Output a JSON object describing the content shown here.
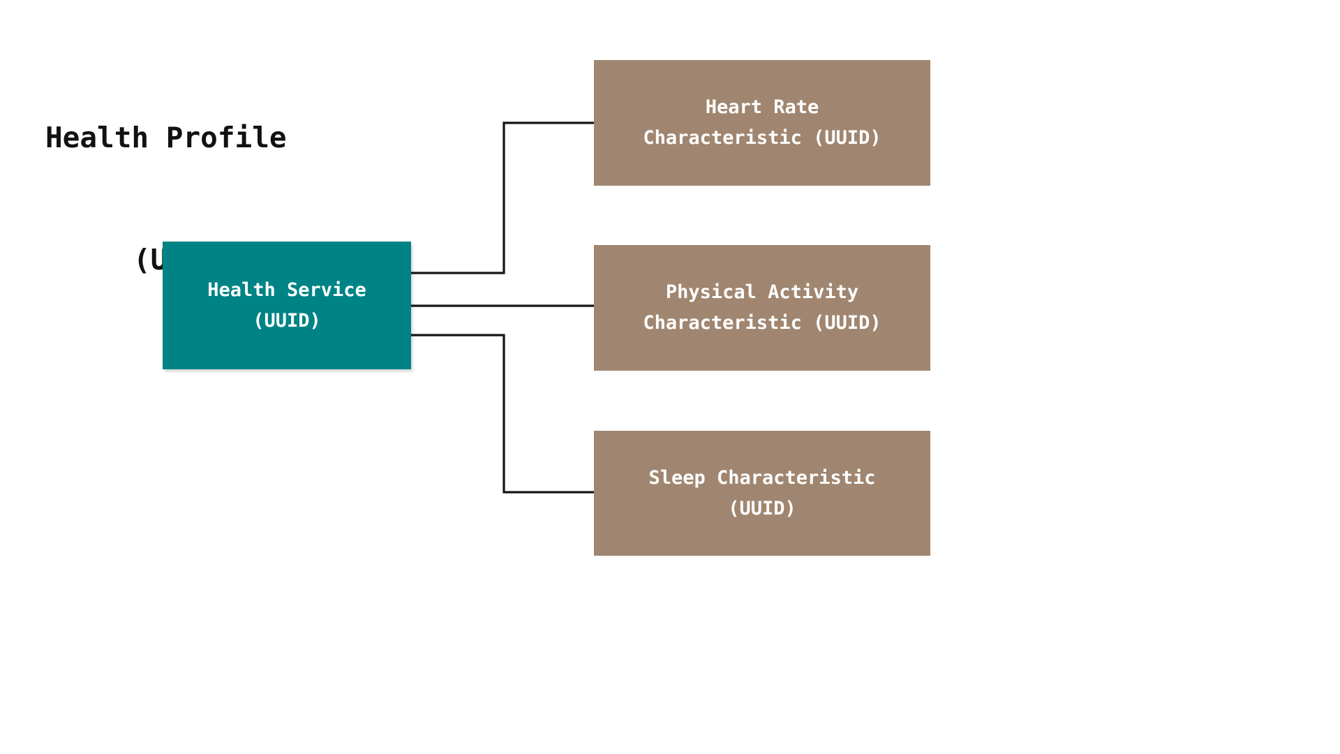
{
  "diagram": {
    "type": "tree",
    "title": {
      "line1": "Health Profile",
      "line2": "(UUID)",
      "full": "Health Profile (UUID)"
    },
    "colors": {
      "background": "#ffffff",
      "service_node": "#008385",
      "characteristic_node": "#a08670",
      "connector_line": "#151515",
      "node_text": "#ffffff",
      "title_text": "#111111"
    },
    "root": {
      "id": "health-service",
      "label": "Health Service\n(UUID)",
      "name": "Health Service",
      "uuid_label": "(UUID)",
      "color": "#008385"
    },
    "children": [
      {
        "id": "heart-rate-characteristic",
        "label": "Heart Rate\nCharacteristic (UUID)",
        "name": "Heart Rate Characteristic",
        "uuid_label": "(UUID)",
        "color": "#a08670"
      },
      {
        "id": "physical-activity-characteristic",
        "label": "Physical Activity\nCharacteristic (UUID)",
        "name": "Physical Activity Characteristic",
        "uuid_label": "(UUID)",
        "color": "#a08670"
      },
      {
        "id": "sleep-characteristic",
        "label": "Sleep Characteristic\n(UUID)",
        "name": "Sleep Characteristic",
        "uuid_label": "(UUID)",
        "color": "#a08670"
      }
    ],
    "edges": [
      {
        "from": "health-service",
        "to": "heart-rate-characteristic"
      },
      {
        "from": "health-service",
        "to": "physical-activity-characteristic"
      },
      {
        "from": "health-service",
        "to": "sleep-characteristic"
      }
    ]
  }
}
